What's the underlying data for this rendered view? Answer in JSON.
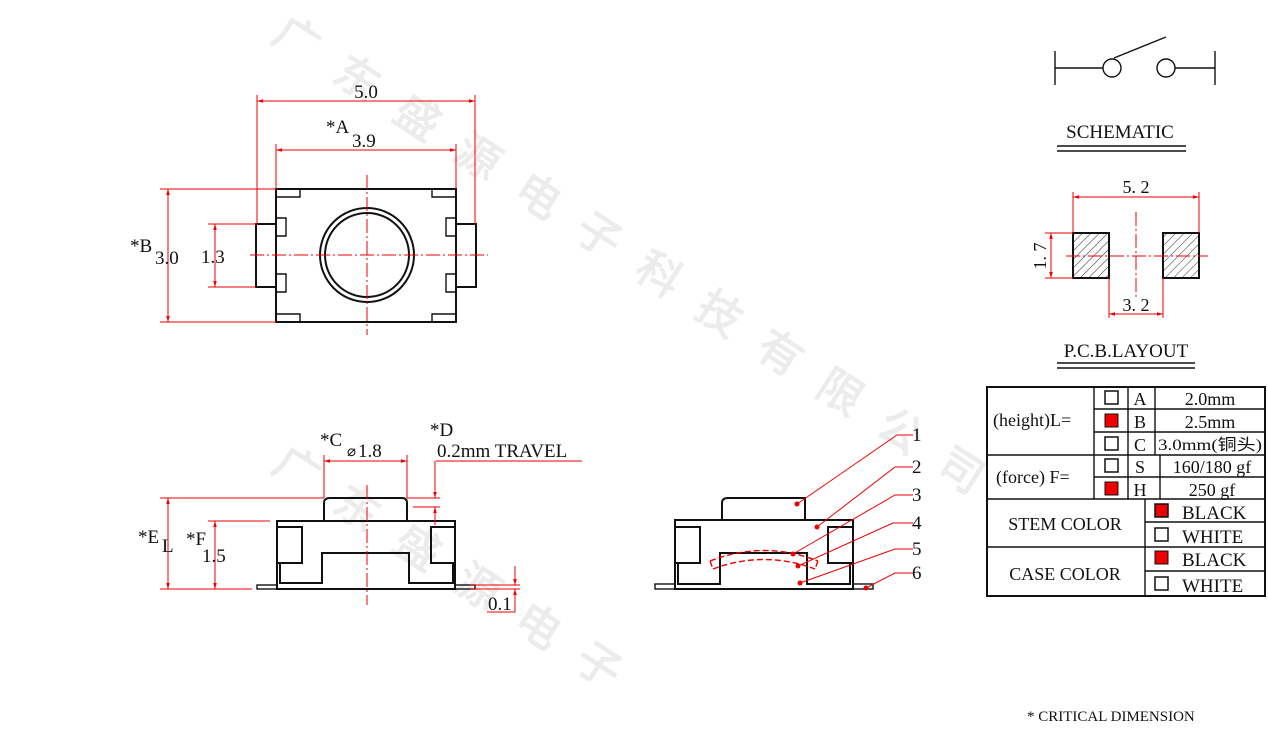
{
  "watermark": "广东盛源电子科技有限公司",
  "top_view": {
    "dim_overall_width": "5.0",
    "dim_a_label": "*A",
    "dim_a_value": "3.9",
    "dim_b_label": "*B",
    "dim_b_value": "3.0",
    "dim_terminal": "1.3"
  },
  "side_view": {
    "dim_c_label": "*C",
    "dim_c_symbol": "⌀",
    "dim_c_value": "1.8",
    "dim_d_label": "*D",
    "dim_d_value": "0.2mm TRAVEL",
    "dim_e_label": "*E",
    "dim_e_sub": "L",
    "dim_f_label": "*F",
    "dim_f_value": "1.5",
    "dim_flange": "0.1"
  },
  "exploded_view": {
    "callouts": [
      "1",
      "2",
      "3",
      "4",
      "5",
      "6"
    ]
  },
  "schematic": {
    "title": "SCHEMATIC"
  },
  "pcb_layout": {
    "title": "P.C.B.LAYOUT",
    "dim_width": "5. 2",
    "dim_gap": "3. 2",
    "dim_height": "1. 7"
  },
  "spec_table": {
    "height_label": "(height)L=",
    "height_options": [
      {
        "code": "A",
        "value": "2.0mm",
        "selected": false
      },
      {
        "code": "B",
        "value": "2.5mm",
        "selected": true
      },
      {
        "code": "C",
        "value": "3.0mm(铜头)",
        "selected": false
      }
    ],
    "force_label": "(force) F=",
    "force_options": [
      {
        "code": "S",
        "value": "160/180 gf",
        "selected": false
      },
      {
        "code": "H",
        "value": "250 gf",
        "selected": true
      }
    ],
    "stem_color_label": "STEM COLOR",
    "stem_colors": [
      {
        "name": "BLACK",
        "selected": true
      },
      {
        "name": "WHITE",
        "selected": false
      }
    ],
    "case_color_label": "CASE COLOR",
    "case_colors": [
      {
        "name": "BLACK",
        "selected": true
      },
      {
        "name": "WHITE",
        "selected": false
      }
    ],
    "selected_color": "#ee0000"
  },
  "footnote": "* CRITICAL  DIMENSION"
}
